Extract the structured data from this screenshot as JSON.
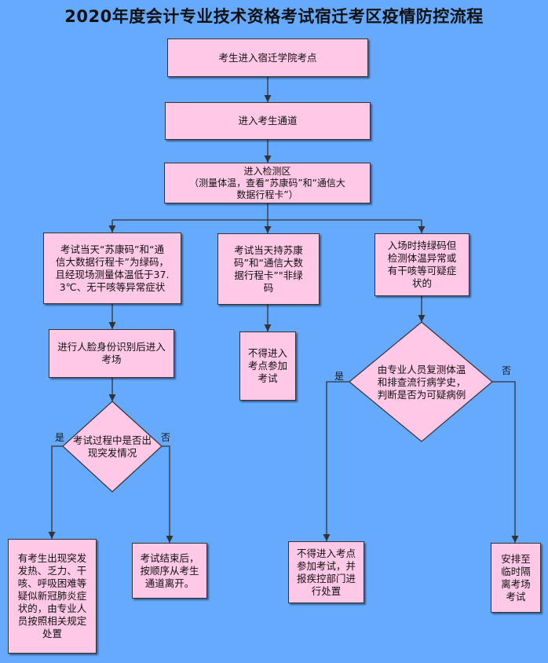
{
  "title": "2020年度会计专业技术资格考试宿迁考区疫情防控流程",
  "nodes": {
    "enter_site": "考生进入宿迁学院考点",
    "enter_channel": "进入考生通道",
    "check_zone": "进入检测区\n（测量体温，查看“苏康码”和“通信大\n数据行程卡”）",
    "green_normal": "考试当天“苏康码”和“通\n信大数据行程卡”为绿码，\n且经现场测量体温低于37.\n3℃、无干咳等异常症状",
    "non_green": "考试当天持苏康\n码”和“通信大数\n据行程卡”\"非绿\n码",
    "green_abnormal": "入场时持绿码但\n检测体温异常或\n有干咳等可疑症\n状的",
    "face_id": "进行人脸身份识别后进入\n考场",
    "no_entry_1": "不得进入\n考点参加\n考试",
    "emergency_q": "考试过程中是否出\n现突发情况",
    "suspect_q": "由专业人员复测体温\n和排查流行病学史，\n判断是否为可疑病例",
    "emergency_yes": "有考生出现突发\n发热、乏力、干\n咳、呼吸困难等\n疑似新冠肺炎症\n状的，由专业人\n员按照相关规定\n处置",
    "exam_end": "考试结束后，\n按顺序从考生\n通道离开。",
    "report_cdc": "不得进入考点\n参加考试，并\n报疾控部门进\n行处置",
    "isolation_room": "安排至\n临时隔\n离考场\n考试"
  },
  "labels": {
    "yes_1": "是",
    "no_1": "否",
    "yes_2": "是",
    "no_2": "否"
  },
  "colors": {
    "background": "#66aaff",
    "node_fill": "#ffc8e6",
    "line": "#333333"
  }
}
